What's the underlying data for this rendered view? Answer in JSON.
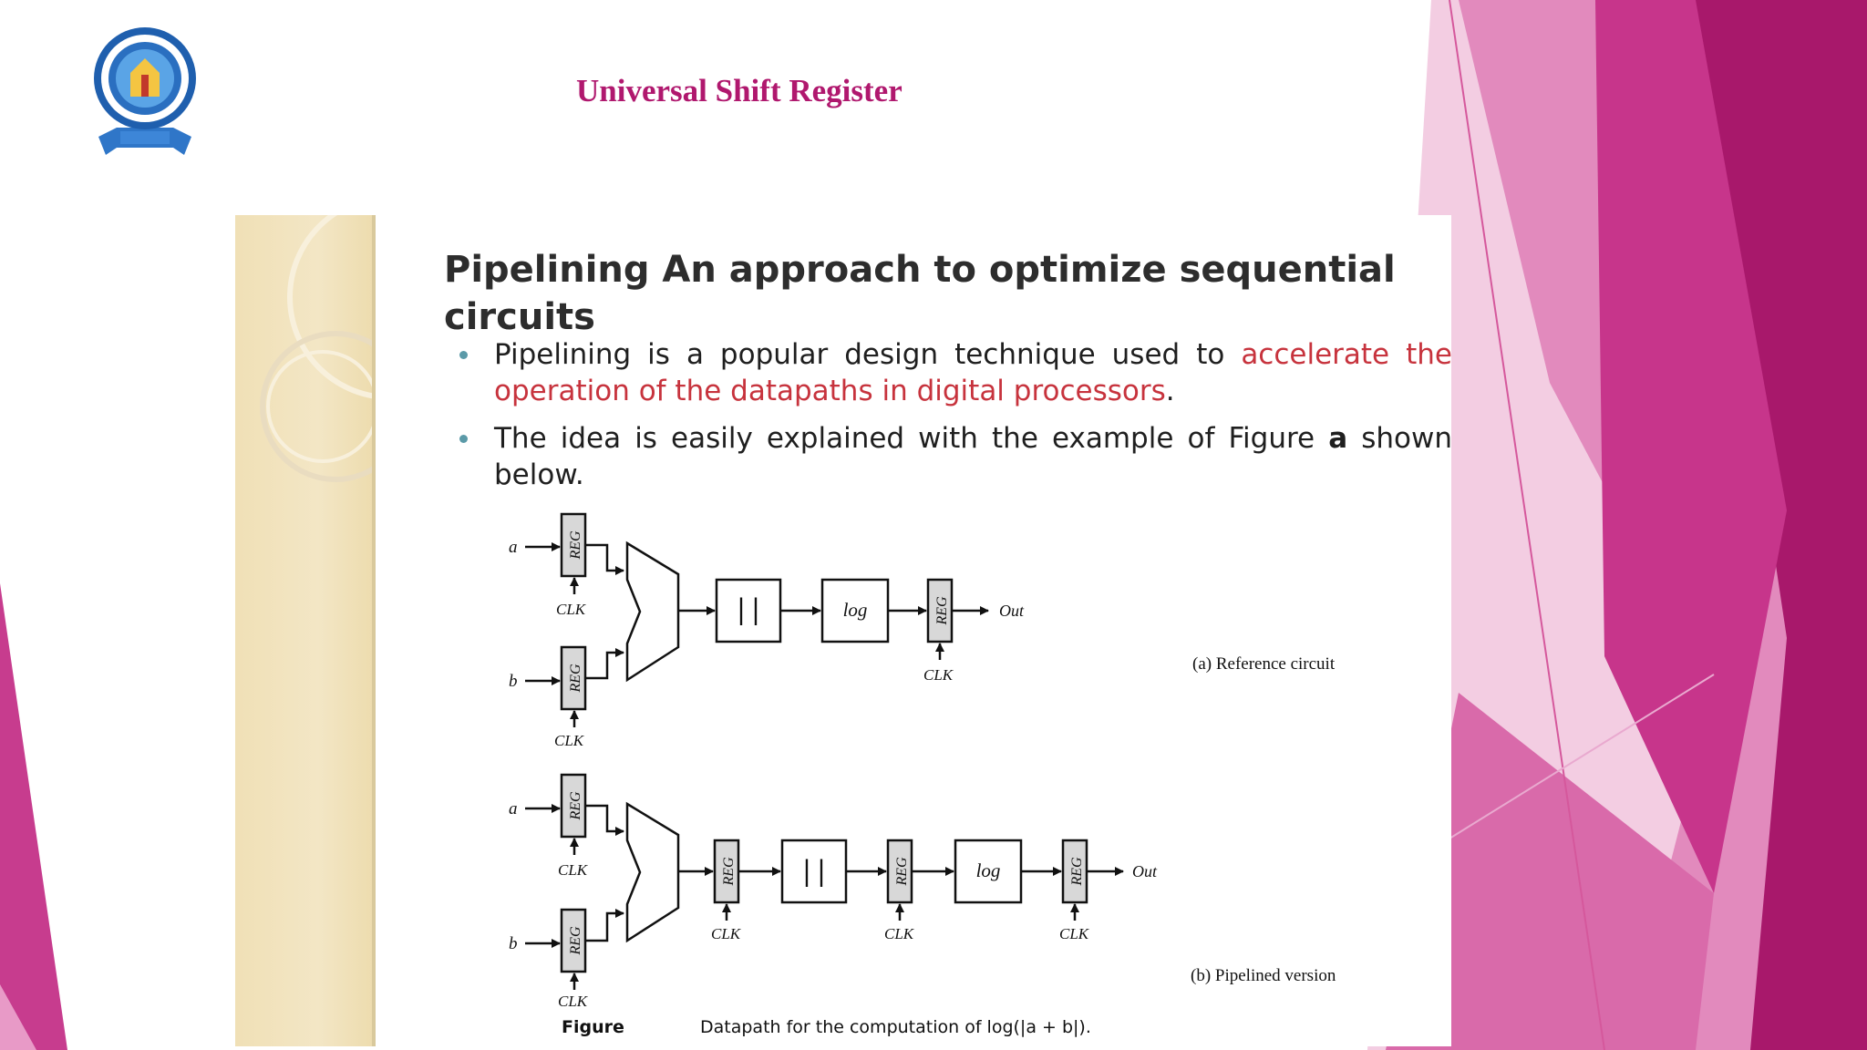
{
  "slide": {
    "title": "Universal Shift Register"
  },
  "logo": {
    "alt": "Rohini College of Engineering and Technology emblem",
    "icon": "college-crest"
  },
  "content": {
    "heading": "Pipelining An approach to optimize sequential circuits",
    "bullets": [
      {
        "text_before": "Pipelining is a popular design technique used to ",
        "highlight": "accelerate the operation of the datapaths in digital processors",
        "text_after": "."
      },
      {
        "text_before": "The idea is easily explained with the example of Figure ",
        "bold": "a",
        "text_after": " shown below."
      }
    ]
  },
  "figure": {
    "reg_label": "REG",
    "clk_label": "CLK",
    "abs_label": "| |",
    "log_label": "log",
    "input_a": "a",
    "input_b": "b",
    "output": "Out",
    "caption_a": "(a) Reference circuit",
    "caption_b": "(b) Pipelined version",
    "figure_label": "Figure",
    "figure_caption": "Datapath for the computation of log(|a + b|)."
  },
  "colors": {
    "title": "#b0186e",
    "highlight": "#c7333d",
    "magenta_dark": "#a5176a",
    "magenta_light": "#e58fc1"
  }
}
